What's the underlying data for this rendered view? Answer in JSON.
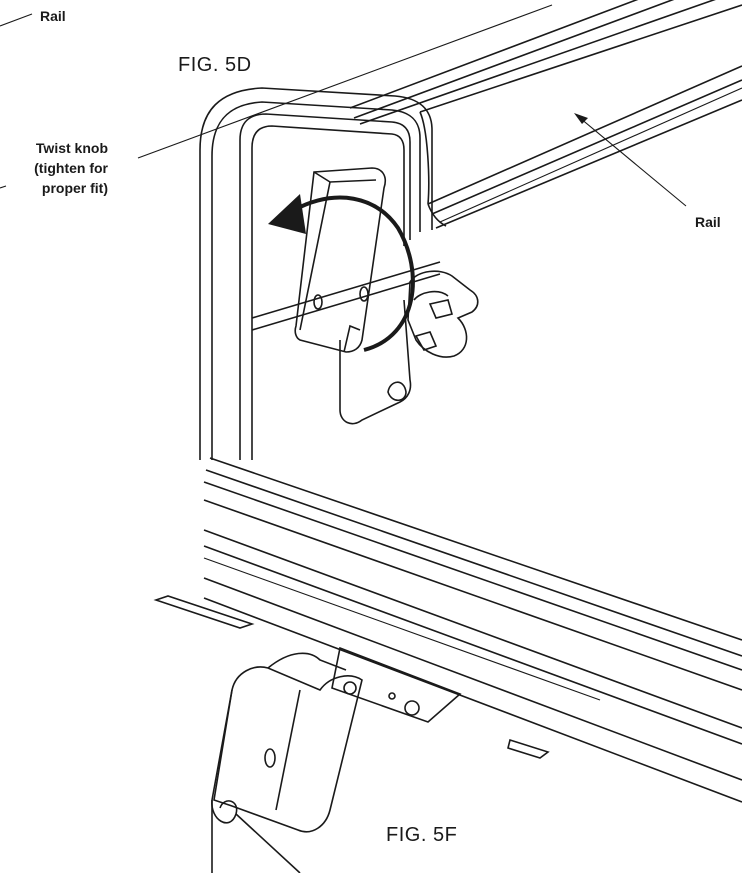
{
  "labels": {
    "rail_top_left": "Rail",
    "fig_5d": "FIG. 5D",
    "twist_knob_line1": "Twist knob",
    "twist_knob_line2": "(tighten for",
    "twist_knob_line3": "proper fit)",
    "rail_right": "Rail",
    "fig_5f": "FIG. 5F"
  },
  "colors": {
    "ink": "#1a1a1a",
    "paper": "#ffffff"
  },
  "icons": {
    "rotation_arrow": "counterclockwise-arrow-icon"
  }
}
